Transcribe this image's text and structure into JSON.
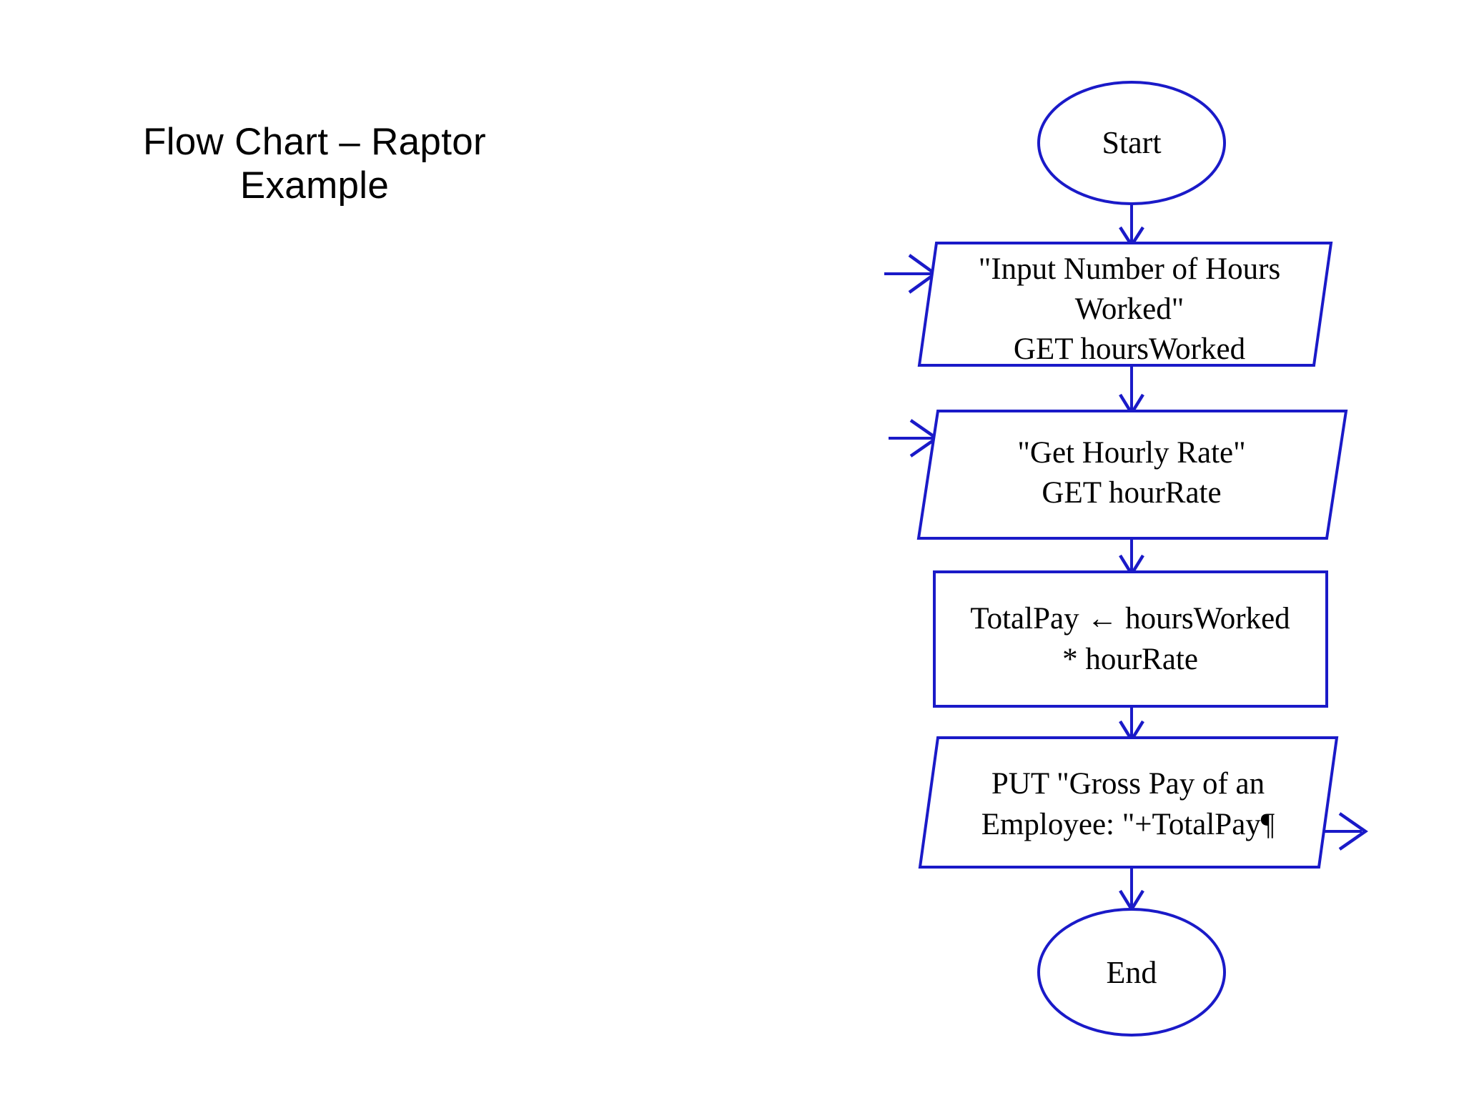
{
  "slide": {
    "background_color": "#ffffff",
    "title": {
      "lines": [
        "Flow Chart – Raptor",
        "Example"
      ],
      "color": "#000000"
    }
  },
  "diagram": {
    "stroke_color": "#1a1ac8",
    "fill_color": "#ffffff",
    "text_color": "#000000",
    "nodes": [
      {
        "id": "start",
        "shape": "ellipse",
        "lines": [
          "Start"
        ]
      },
      {
        "id": "input-hours",
        "shape": "parallelogram",
        "lines": [
          "\"Input Number of Hours",
          "Worked\"",
          "GET hoursWorked"
        ]
      },
      {
        "id": "input-rate",
        "shape": "parallelogram",
        "lines": [
          "\"Get Hourly Rate\"",
          "GET hourRate"
        ]
      },
      {
        "id": "compute-totalpay",
        "shape": "rectangle",
        "lines": [
          "TotalPay ← hoursWorked",
          "* hourRate"
        ]
      },
      {
        "id": "output-grosspay",
        "shape": "parallelogram",
        "lines": [
          "PUT \"Gross Pay of an",
          "Employee: \"+TotalPay¶"
        ]
      },
      {
        "id": "end",
        "shape": "ellipse",
        "lines": [
          "End"
        ]
      }
    ],
    "connectors": [
      {
        "id": "start-to-input-hours",
        "from": "start",
        "to": "input-hours",
        "direction": "down"
      },
      {
        "id": "input-hours-to-input-rate",
        "from": "input-hours",
        "to": "input-rate",
        "direction": "down"
      },
      {
        "id": "input-rate-to-compute",
        "from": "input-rate",
        "to": "compute-totalpay",
        "direction": "down"
      },
      {
        "id": "compute-to-output",
        "from": "compute-totalpay",
        "to": "output-grosspay",
        "direction": "down"
      },
      {
        "id": "output-to-end",
        "from": "output-grosspay",
        "to": "end",
        "direction": "down"
      },
      {
        "id": "external-in-hours",
        "from": "",
        "to": "input-hours",
        "direction": "right"
      },
      {
        "id": "external-in-rate",
        "from": "",
        "to": "input-rate",
        "direction": "right"
      },
      {
        "id": "external-out-grosspay",
        "from": "output-grosspay",
        "to": "",
        "direction": "right"
      }
    ]
  }
}
